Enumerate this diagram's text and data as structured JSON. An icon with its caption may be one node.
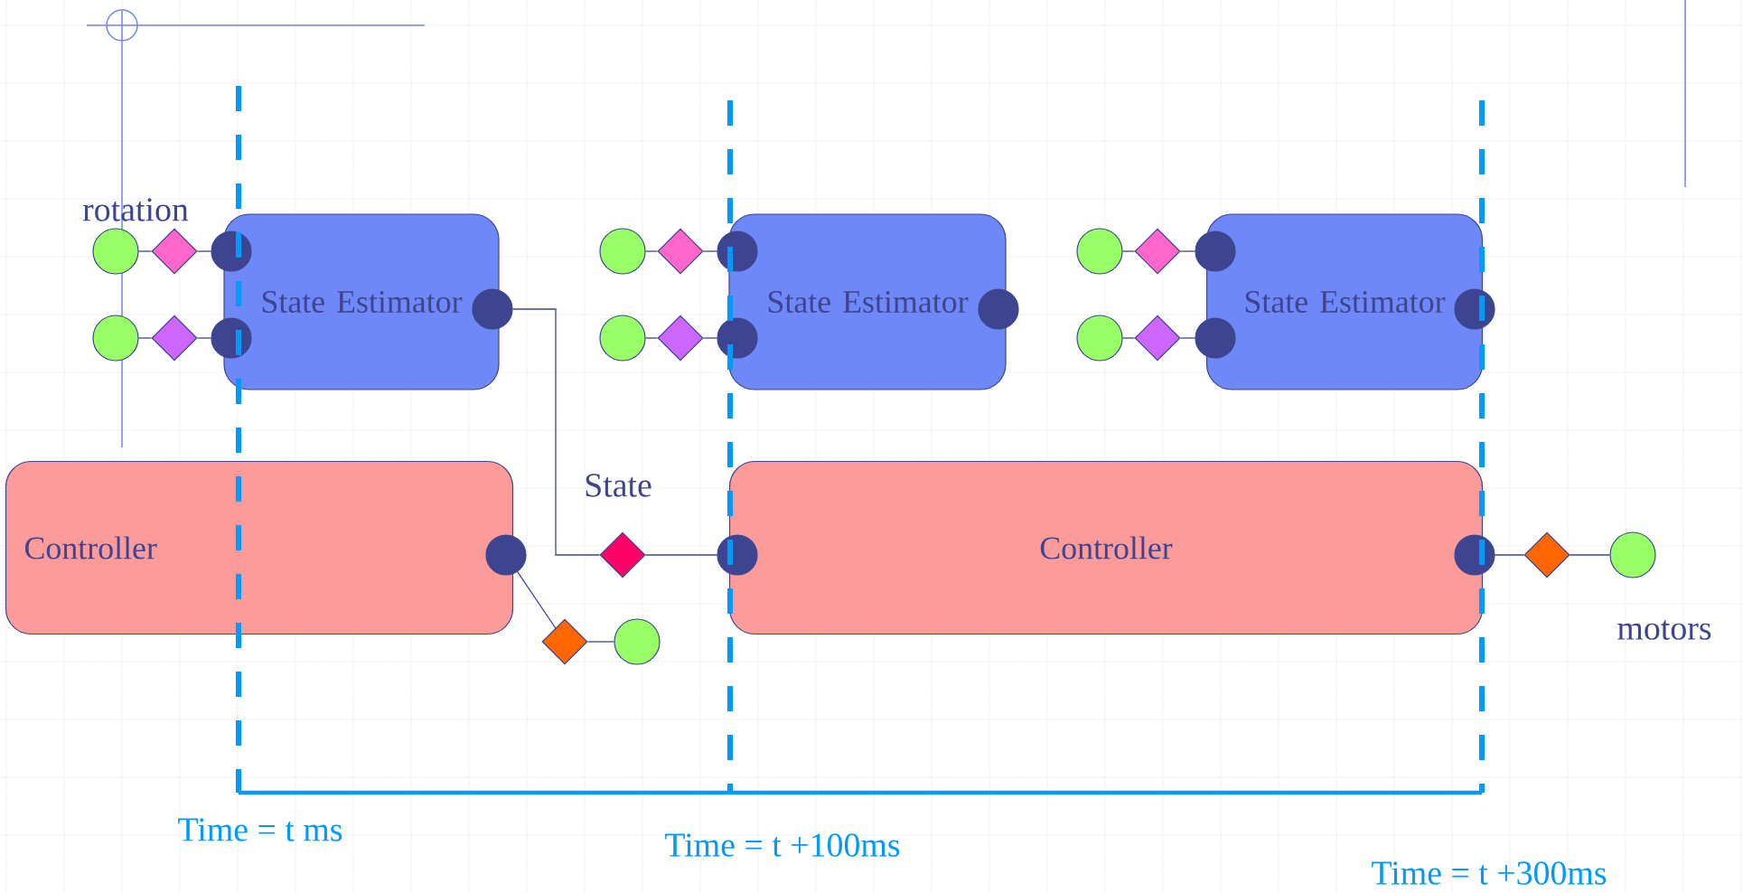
{
  "diagram": {
    "nodes": [
      {
        "text": [
          "State Estimator"
        ]
      },
      {
        "text": [
          "State Estimator"
        ]
      },
      {
        "text": [
          "State Estimator"
        ]
      },
      {
        "text": [
          "Controller"
        ]
      },
      {
        "text": [
          "Controller"
        ]
      },
      {
        "text": [],
        "shape": "circle"
      },
      {
        "text": [],
        "shape": "circle"
      },
      {
        "text": [],
        "shape": "diamond"
      },
      {
        "text": [],
        "shape": "diamond"
      },
      {
        "text": [],
        "shape": "circle"
      },
      {
        "text": [],
        "shape": "circle"
      },
      {
        "text": [],
        "shape": "circle"
      },
      {
        "text": [],
        "shape": "circle"
      },
      {
        "text": [],
        "shape": "diamond"
      },
      {
        "text": [],
        "shape": "circle"
      },
      {
        "text": [],
        "shape": "diamond"
      },
      {
        "text": [],
        "shape": "circle"
      },
      {
        "text": [],
        "shape": "circle"
      },
      {
        "text": [],
        "shape": "diamond"
      },
      {
        "text": [],
        "shape": "diamond"
      },
      {
        "text": [],
        "shape": "circle"
      },
      {
        "text": [],
        "shape": "circle"
      },
      {
        "text": [],
        "shape": "circle"
      },
      {
        "text": [],
        "shape": "circle"
      },
      {
        "text": [],
        "shape": "circle"
      },
      {
        "text": [],
        "shape": "circle"
      },
      {
        "text": [],
        "shape": "diamond"
      },
      {
        "text": [],
        "shape": "diamond"
      },
      {
        "text": [],
        "shape": "circle"
      },
      {
        "text": [],
        "shape": "circle"
      },
      {
        "text": [],
        "shape": "circle"
      },
      {
        "text": [],
        "shape": "circle"
      },
      {
        "text": [],
        "shape": "diamond"
      },
      {
        "text": [],
        "shape": "circle"
      }
    ],
    "edges": [
      {
        "from": 5,
        "to": 7,
        "arrow": "none"
      },
      {
        "from": 7,
        "to": 9,
        "arrow": "none"
      },
      {
        "from": 6,
        "to": 8,
        "arrow": "none"
      },
      {
        "from": 8,
        "to": 10,
        "arrow": "none"
      },
      {
        "from": 11,
        "to": 15,
        "arrow": "none"
      },
      {
        "from": 15,
        "to": 22,
        "arrow": "none"
      },
      {
        "from": 12,
        "to": 13,
        "arrow": "none"
      },
      {
        "from": 13,
        "to": 14,
        "arrow": "none"
      },
      {
        "from": 16,
        "to": 18,
        "arrow": "none"
      },
      {
        "from": 18,
        "to": 20,
        "arrow": "none"
      },
      {
        "from": 17,
        "to": 19,
        "arrow": "none"
      },
      {
        "from": 19,
        "to": 21,
        "arrow": "none"
      },
      {
        "from": 24,
        "to": 26,
        "arrow": "none"
      },
      {
        "from": 26,
        "to": 28,
        "arrow": "none"
      },
      {
        "from": 25,
        "to": 27,
        "arrow": "none"
      },
      {
        "from": 27,
        "to": 29,
        "arrow": "none"
      },
      {
        "from": 31,
        "to": 32,
        "arrow": "none"
      },
      {
        "from": 32,
        "to": 33,
        "arrow": "none"
      }
    ],
    "labels": [
      "rotation",
      "State",
      "motors",
      "Time = t ms",
      "Time = t +100ms",
      "Time = t +300ms"
    ]
  }
}
